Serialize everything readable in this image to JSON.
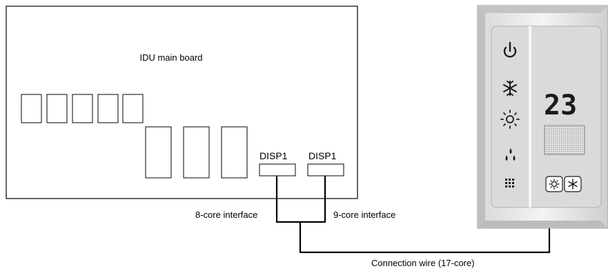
{
  "board": {
    "title": "IDU main board",
    "port_left_label": "DISP1",
    "port_right_label": "DISP1"
  },
  "wiring": {
    "left_interface_label": "8-core interface",
    "right_interface_label": "9-core interface",
    "wire_label": "Connection wire (17-core)"
  },
  "controller": {
    "temperature": "23",
    "icons": [
      "power-icon",
      "snowflake-icon",
      "sun-icon",
      "water-drops-icon",
      "grid-dots-icon"
    ],
    "buttons": [
      "heat-button",
      "cool-button"
    ]
  }
}
